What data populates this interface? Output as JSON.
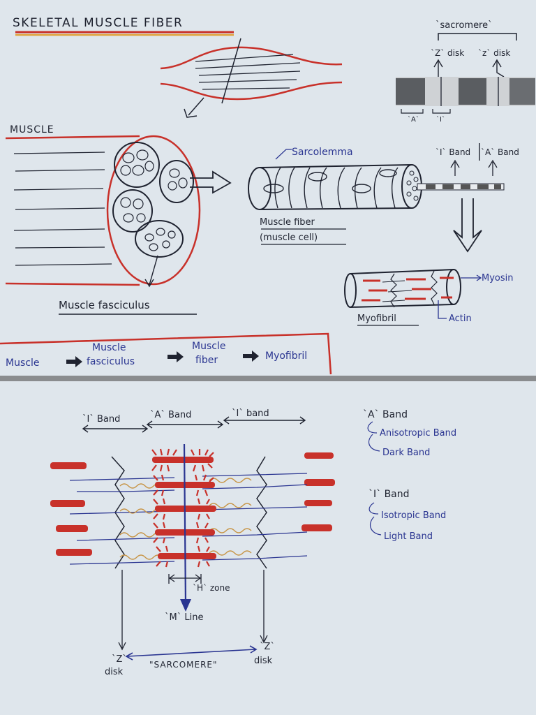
{
  "top": {
    "title": "SKELETAL MUSCLE FIBER",
    "sarcomere_label": "`sacromere`",
    "z_disk_left": "`Z` disk",
    "z_disk_right": "`z` disk",
    "a_short": "`A`",
    "i_short": "`I`",
    "muscle_label": "MUSCLE",
    "sarcolemma": "Sarcolemma",
    "i_band": "`I` Band",
    "a_band": "`A` Band",
    "muscle_fiber": "Muscle fiber",
    "muscle_cell": "(muscle cell)",
    "myosin": "Myosin",
    "actin": "Actin",
    "myofibril": "Myofibril",
    "fasciculus": "Muscle fasciculus",
    "flow": {
      "muscle": "Muscle",
      "fasciculus_1": "Muscle",
      "fasciculus_2": "fasciculus",
      "fiber_1": "Muscle",
      "fiber_2": "fiber",
      "myofibril": "Myofibril"
    }
  },
  "bottom": {
    "i_band_left": "`I` Band",
    "a_band": "`A` Band",
    "i_band_right": "`I` band",
    "h_zone": "`H` zone",
    "m_line": "`M` Line",
    "z_left_1": "`Z`",
    "z_left_2": "disk",
    "z_right_1": "`Z`",
    "z_right_2": "disk",
    "sarcomere": "\"SARCOMERE\"",
    "legend": {
      "a_title": "`A` Band",
      "a_1": "Anisotropic Band",
      "a_2": "Dark Band",
      "i_title": "`I` Band",
      "i_1": "Isotropic Band",
      "i_2": "Light Band"
    }
  },
  "colors": {
    "ink": "#1f2330",
    "red": "#c8312a",
    "blue": "#2a3591",
    "tan": "#c79445",
    "paper": "#dfe6ec"
  }
}
